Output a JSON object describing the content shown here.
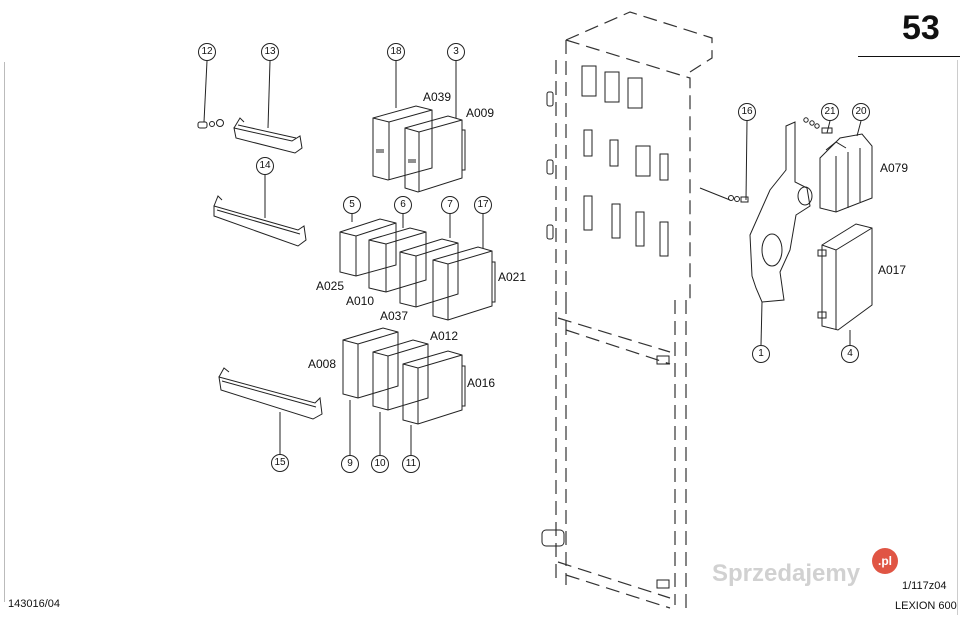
{
  "page": {
    "number": "53",
    "document_id": "143016/04",
    "figure_id": "1/117z04",
    "model": "LEXION 600"
  },
  "watermark": {
    "text": "Sprzedajemy",
    "badge": ".pl",
    "badge_color": "#e05544"
  },
  "callouts": [
    {
      "id": "c12",
      "label": "12"
    },
    {
      "id": "c13",
      "label": "13"
    },
    {
      "id": "c14",
      "label": "14"
    },
    {
      "id": "c15",
      "label": "15"
    },
    {
      "id": "c18",
      "label": "18"
    },
    {
      "id": "c3",
      "label": "3"
    },
    {
      "id": "c5",
      "label": "5"
    },
    {
      "id": "c6",
      "label": "6"
    },
    {
      "id": "c7",
      "label": "7"
    },
    {
      "id": "c17",
      "label": "17"
    },
    {
      "id": "c9",
      "label": "9"
    },
    {
      "id": "c10",
      "label": "10"
    },
    {
      "id": "c11",
      "label": "11"
    },
    {
      "id": "c16",
      "label": "16"
    },
    {
      "id": "c21",
      "label": "21"
    },
    {
      "id": "c20",
      "label": "20"
    },
    {
      "id": "c1",
      "label": "1"
    },
    {
      "id": "c4",
      "label": "4"
    }
  ],
  "references": [
    {
      "id": "A039",
      "label": "A039"
    },
    {
      "id": "A009",
      "label": "A009"
    },
    {
      "id": "A025",
      "label": "A025"
    },
    {
      "id": "A010",
      "label": "A010"
    },
    {
      "id": "A037",
      "label": "A037"
    },
    {
      "id": "A021",
      "label": "A021"
    },
    {
      "id": "A008",
      "label": "A008"
    },
    {
      "id": "A012",
      "label": "A012"
    },
    {
      "id": "A016",
      "label": "A016"
    },
    {
      "id": "A079",
      "label": "A079"
    },
    {
      "id": "A017",
      "label": "A017"
    }
  ],
  "colors": {
    "line": "#222222",
    "dash": "#333333"
  }
}
